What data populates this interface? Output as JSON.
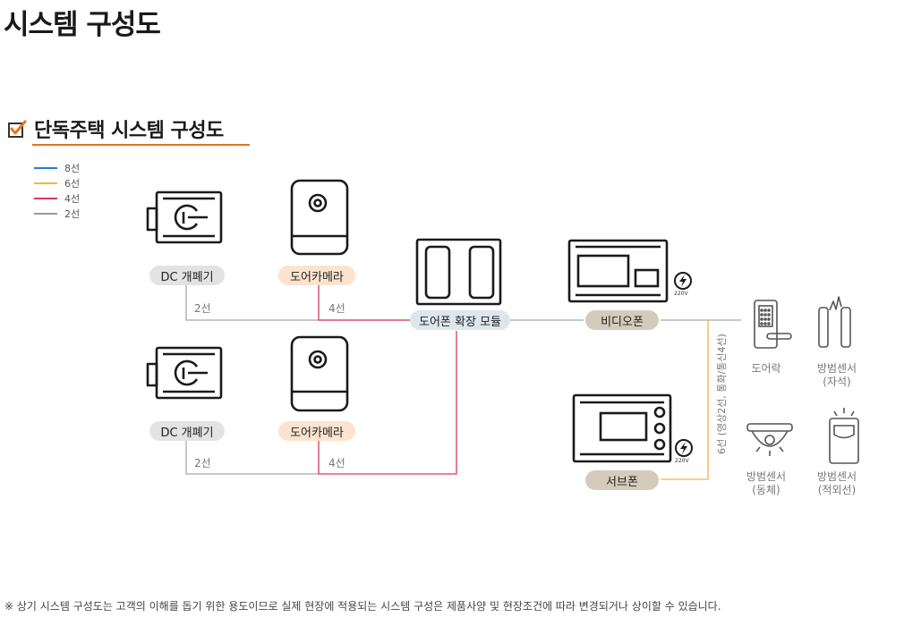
{
  "page": {
    "title": "시스템 구성도",
    "section_title": "단독주택 시스템 구성도",
    "footnote": "※ 상기 시스템 구성도는 고객의 이해를 돕기 위한 용도이므로 실제 현장에 적용되는 시스템 구성은 제품사양 및 현장조건에 따라 변경되거나 상이할 수 있습니다."
  },
  "legend": [
    {
      "label": "8선",
      "color": "#2a7bd1"
    },
    {
      "label": "6선",
      "color": "#f0b73a"
    },
    {
      "label": "4선",
      "color": "#d9385a"
    },
    {
      "label": "2선",
      "color": "#9a9a9a"
    }
  ],
  "devices": {
    "dc_opener_1": "DC 개폐기",
    "door_camera_1": "도어카메라",
    "dc_opener_2": "DC 개폐기",
    "door_camera_2": "도어카메라",
    "doorphone_module": "도어폰 확장 모듈",
    "video_phone": "비디오폰",
    "sub_phone": "서브폰",
    "door_lock": "도어락",
    "sensor_magnetic_1": "방범센서",
    "sensor_magnetic_2": "(자석)",
    "sensor_motion_1": "방범센서",
    "sensor_motion_2": "(동체)",
    "sensor_ir_1": "방범센서",
    "sensor_ir_2": "(적외선)"
  },
  "wires": {
    "top_2wire": "2선",
    "top_4wire": "4선",
    "bottom_2wire": "2선",
    "bottom_4wire": "4선",
    "vertical_6wire": "6선 (영상2선, 통화/통신4선)"
  },
  "power": {
    "video_phone_voltage": "220V",
    "sub_phone_voltage": "220V"
  },
  "icons": {
    "check": "checkbox-check-icon",
    "bolt": "lightning-bolt-icon"
  }
}
